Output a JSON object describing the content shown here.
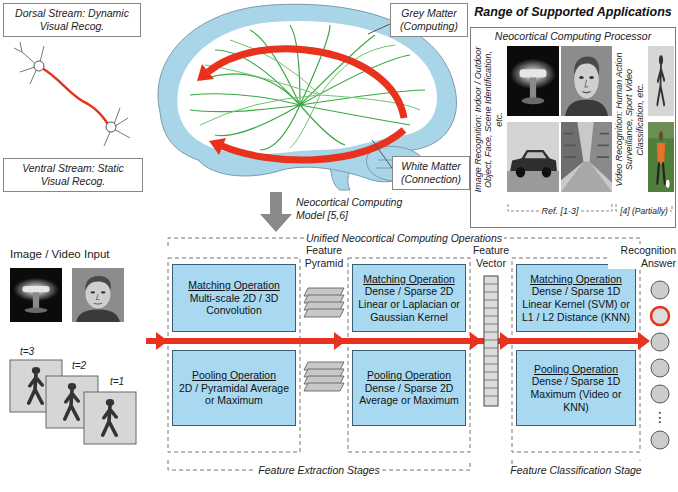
{
  "diagram": {
    "nodes": [
      {
        "text": [
          "Dorsal Stream: Dynamic Visual Recog."
        ]
      },
      {
        "text": [
          "Grey Matter (Computing)"
        ]
      },
      {
        "text": [
          "Range of Supported Applications",
          "Neocortical Computing Processor"
        ]
      },
      {
        "text": [
          "Ventral Stream: Static Visual Recog."
        ]
      },
      {
        "text": [
          "White Matter (Connection)"
        ]
      },
      {
        "text": [
          "Matching Operation",
          "Multi-scale 2D / 3D Convolution"
        ]
      },
      {
        "text": [
          "Pooling Operation",
          "2D / Pyramidal Average or Maximum"
        ]
      },
      {
        "text": [
          "Matching Operation",
          "Dense / Sparse 2D Linear or Laplacian or Gaussian Kernel"
        ]
      },
      {
        "text": [
          "Pooling Operation",
          "Dense / Sparse 2D Average or Maximum"
        ]
      },
      {
        "text": [
          "Matching Operation",
          "Dense / Sparse 1D Linear Kernel (SVM) or L1 / L2 Distance (KNN)"
        ]
      },
      {
        "text": [
          "Pooling Operation",
          "Dense / Sparse 1D Maximum (Video or KNN)"
        ]
      }
    ],
    "labels": [
      "Image Recognition: Indoor / Outdoor Object, Face, Scene Identification, etc.",
      "Video Recognition: Human Action Surveillance, Sport Video Classification, etc.",
      "Ref. [1-3]",
      "[4] (Partially)",
      "Neocortical Computing Model [5,6]",
      "Unified Neocortical Computing Operations",
      "Image / Video Input",
      "t=3",
      "t=2",
      "t=1",
      "Feature Pyramid",
      "Feature Vector",
      "Recognition Answer",
      "⋮",
      "Feature Extraction Stages",
      "Feature Classification Stage"
    ]
  }
}
